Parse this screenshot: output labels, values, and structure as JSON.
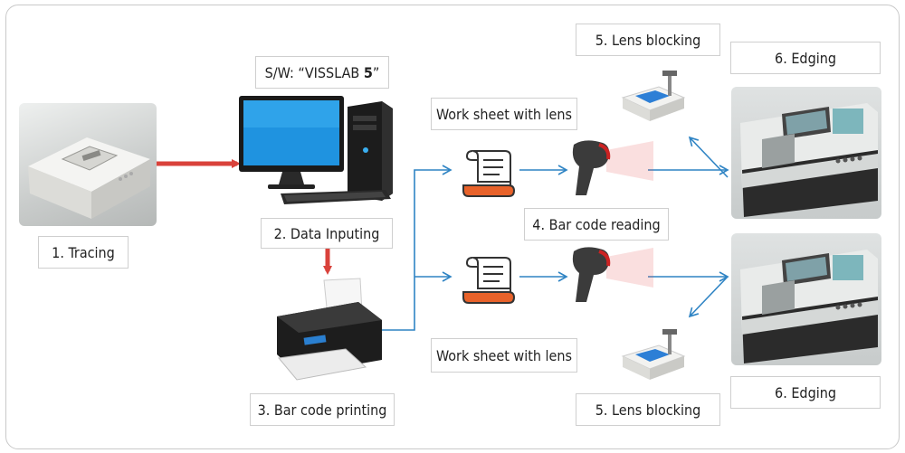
{
  "labels": {
    "tracing": "1. Tracing",
    "software_prefix": "S/W: “VISSLAB ",
    "software_version": "5",
    "software_suffix": "”",
    "data_inputting": "2. Data Inputing",
    "barcode_printing": "3. Bar code printing",
    "work_sheet_top": "Work sheet with lens",
    "work_sheet_bottom": "Work sheet with lens",
    "barcode_reading": "4. Bar code reading",
    "lens_blocking_top": "5. Lens blocking",
    "lens_blocking_bottom": "5. Lens blocking",
    "edging_top": "6. Edging",
    "edging_bottom": "6. Edging"
  },
  "icons": {
    "tracer": "tracer-device-icon",
    "computer": "desktop-computer-icon",
    "printer": "printer-icon",
    "scroll": "document-scroll-icon",
    "scanner": "barcode-scanner-icon",
    "blocker": "lens-blocker-icon",
    "edger": "edger-machine-icon"
  },
  "colors": {
    "red_arrow": "#d9423b",
    "blue_arrow": "#2f84c4",
    "scroll_orange": "#e8622a"
  }
}
